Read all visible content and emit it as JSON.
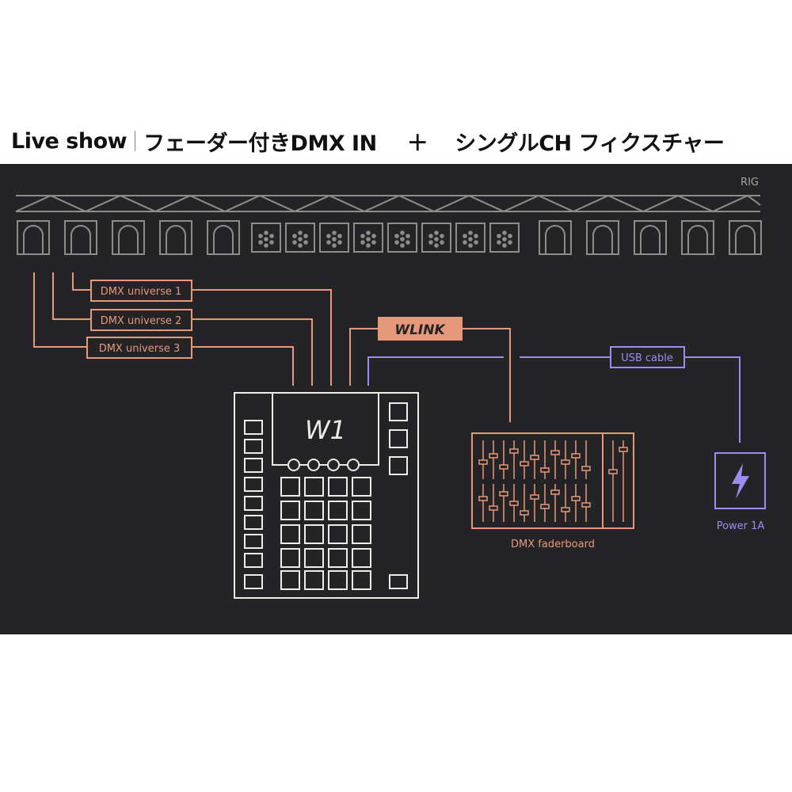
{
  "title": {
    "part1": "Live show",
    "part2": "フェーダー付きDMX IN",
    "plus": "＋",
    "part3": "シングルCH フィクスチャー"
  },
  "rig_label": "RIG",
  "universes": [
    "DMX universe 1",
    "DMX universe 2",
    "DMX universe 3"
  ],
  "wlink_label": "WLINK",
  "usb_label": "USB cable",
  "device_label": "W1",
  "faderboard_label": "DMX faderboard",
  "power_label": "Power 1A",
  "colors": {
    "background": "#242326",
    "orange": "#e8987a",
    "purple": "#9d8cf0",
    "rig": "#8d8d8d",
    "device": "#ececec"
  }
}
